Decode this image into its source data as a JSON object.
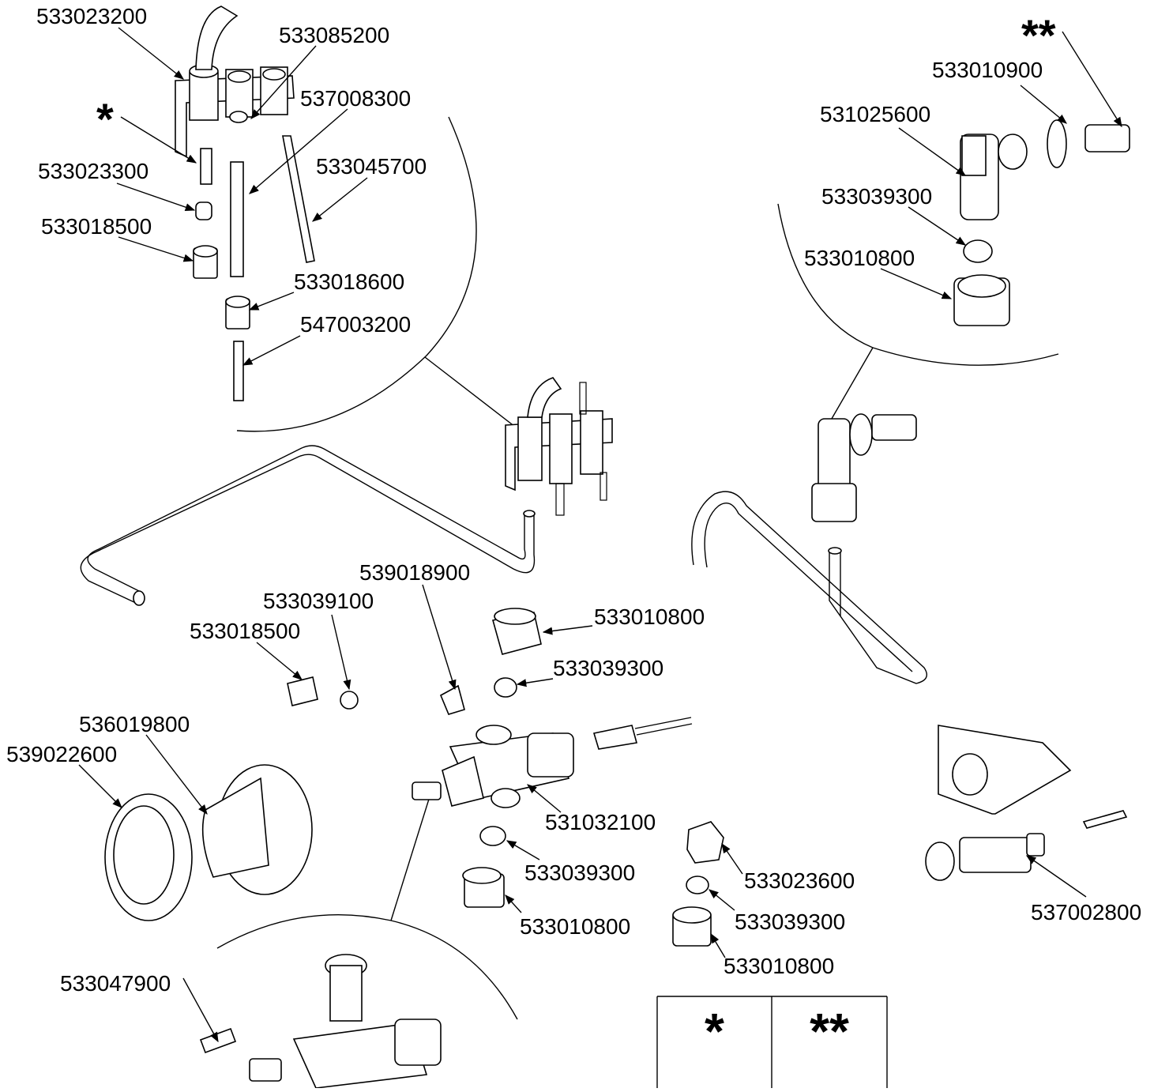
{
  "labels": [
    {
      "id": "p1",
      "text": "533023200"
    },
    {
      "id": "p2",
      "text": "533085200"
    },
    {
      "id": "p3",
      "text": "537008300"
    },
    {
      "id": "p4",
      "text": "533045700"
    },
    {
      "id": "p5",
      "text": "533023300"
    },
    {
      "id": "p6",
      "text": "533018500"
    },
    {
      "id": "p7",
      "text": "533018600"
    },
    {
      "id": "p8",
      "text": "547003200"
    },
    {
      "id": "p9",
      "text": "533010900"
    },
    {
      "id": "p10",
      "text": "531025600"
    },
    {
      "id": "p11",
      "text": "533039300"
    },
    {
      "id": "p12",
      "text": "533010800"
    },
    {
      "id": "p13",
      "text": "539018900"
    },
    {
      "id": "p14",
      "text": "533039100"
    },
    {
      "id": "p15",
      "text": "533018500"
    },
    {
      "id": "p16",
      "text": "533010800"
    },
    {
      "id": "p17",
      "text": "533039300"
    },
    {
      "id": "p18",
      "text": "536019800"
    },
    {
      "id": "p19",
      "text": "539022600"
    },
    {
      "id": "p20",
      "text": "531032100"
    },
    {
      "id": "p21",
      "text": "533039300"
    },
    {
      "id": "p22",
      "text": "533010800"
    },
    {
      "id": "p23",
      "text": "533023600"
    },
    {
      "id": "p24",
      "text": "533039300"
    },
    {
      "id": "p25",
      "text": "533010800"
    },
    {
      "id": "p26",
      "text": "537002800"
    },
    {
      "id": "p27",
      "text": "533047900"
    }
  ],
  "markers": {
    "single": "*",
    "double": "**"
  },
  "legend_table": {
    "col1": "*",
    "col2": "**"
  }
}
